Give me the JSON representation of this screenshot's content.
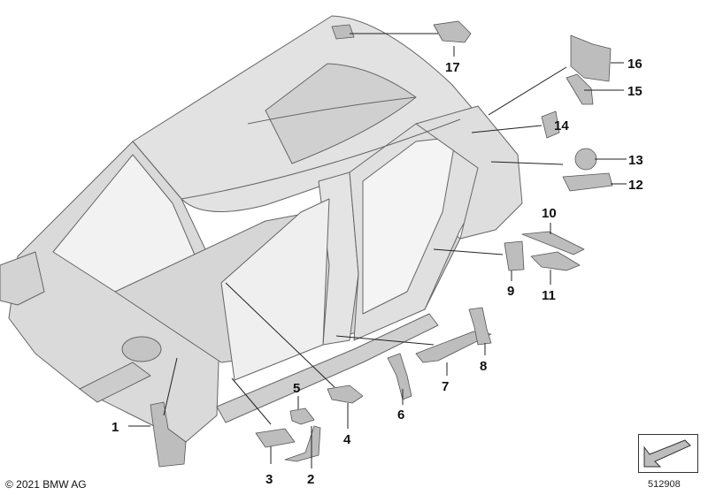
{
  "callouts": [
    {
      "id": "1",
      "label": "1"
    },
    {
      "id": "2",
      "label": "2"
    },
    {
      "id": "3",
      "label": "3"
    },
    {
      "id": "4",
      "label": "4"
    },
    {
      "id": "5",
      "label": "5"
    },
    {
      "id": "6",
      "label": "6"
    },
    {
      "id": "7",
      "label": "7"
    },
    {
      "id": "8",
      "label": "8"
    },
    {
      "id": "9",
      "label": "9"
    },
    {
      "id": "10",
      "label": "10"
    },
    {
      "id": "11",
      "label": "11"
    },
    {
      "id": "12",
      "label": "12"
    },
    {
      "id": "13",
      "label": "13"
    },
    {
      "id": "14",
      "label": "14"
    },
    {
      "id": "15",
      "label": "15"
    },
    {
      "id": "16",
      "label": "16"
    },
    {
      "id": "17",
      "label": "17"
    }
  ],
  "footer": {
    "copyright": "© 2021 BMW AG",
    "document_number": "512908"
  },
  "colors": {
    "body_fill": "#e6e6e6",
    "body_shade": "#c9c9c9",
    "part_fill": "#bdbdbd",
    "line": "#555555"
  },
  "icons": [
    "nav-arrow-icon"
  ]
}
